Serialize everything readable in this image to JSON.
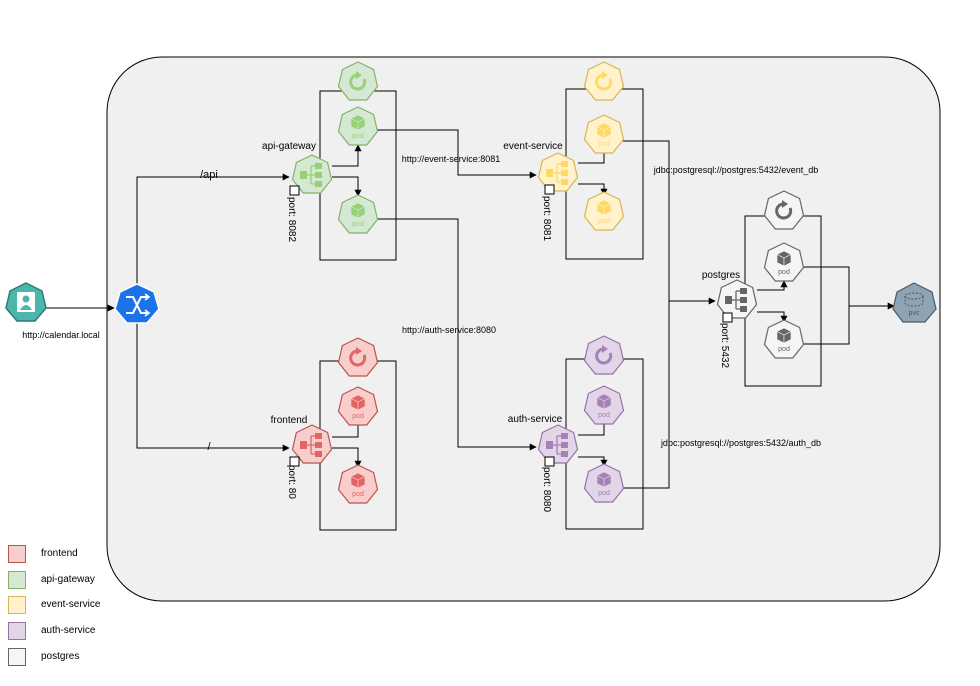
{
  "colors": {
    "frontend": {
      "fill": "#f8cecc",
      "stroke": "#b85450",
      "icon": "#e06666"
    },
    "api_gateway": {
      "fill": "#d5e8d4",
      "stroke": "#82b366",
      "icon": "#97d077"
    },
    "event_service": {
      "fill": "#fff2cc",
      "stroke": "#d6b656",
      "icon": "#ffd966"
    },
    "auth_service": {
      "fill": "#e1d5e7",
      "stroke": "#9673a6",
      "icon": "#a680b8"
    },
    "postgres": {
      "fill": "#f5f5f5",
      "stroke": "#666666",
      "icon": "#666666"
    },
    "cluster_bg": "#f0f0f0",
    "ingress": "#1a73e8",
    "user": "#4db6ac",
    "pvc": "#8fa3b3"
  },
  "user": {
    "url": "http://calendar.local",
    "icon": "user-icon"
  },
  "ingress": {
    "icon": "shuffle-icon"
  },
  "routes": {
    "api": "/api",
    "root": "/"
  },
  "services": {
    "api_gateway": {
      "name": "api-gateway",
      "port": "port: 8082"
    },
    "frontend": {
      "name": "frontend",
      "port": "port: 80"
    },
    "event_service": {
      "name": "event-service",
      "port": "port: 8081"
    },
    "auth_service": {
      "name": "auth-service",
      "port": "port: 8080"
    },
    "postgres": {
      "name": "postgres",
      "port": "port: 5432"
    }
  },
  "pod_label": "pod",
  "pvc_label": "pvc",
  "connections": {
    "event": "http://event-service:8081",
    "auth": "http://auth-service:8080",
    "event_db": "jdbc:postgresql://postgres:5432/event_db",
    "auth_db": "jdbc:postgresql://postgres:5432/auth_db"
  },
  "legend": [
    {
      "label": "frontend",
      "fill": "#f8cecc",
      "stroke": "#b85450"
    },
    {
      "label": "api-gateway",
      "fill": "#d5e8d4",
      "stroke": "#82b366"
    },
    {
      "label": "event-service",
      "fill": "#fff2cc",
      "stroke": "#d6b656"
    },
    {
      "label": "auth-service",
      "fill": "#e1d5e7",
      "stroke": "#9673a6"
    },
    {
      "label": "postgres",
      "fill": "#f5f5f5",
      "stroke": "#666666"
    }
  ]
}
